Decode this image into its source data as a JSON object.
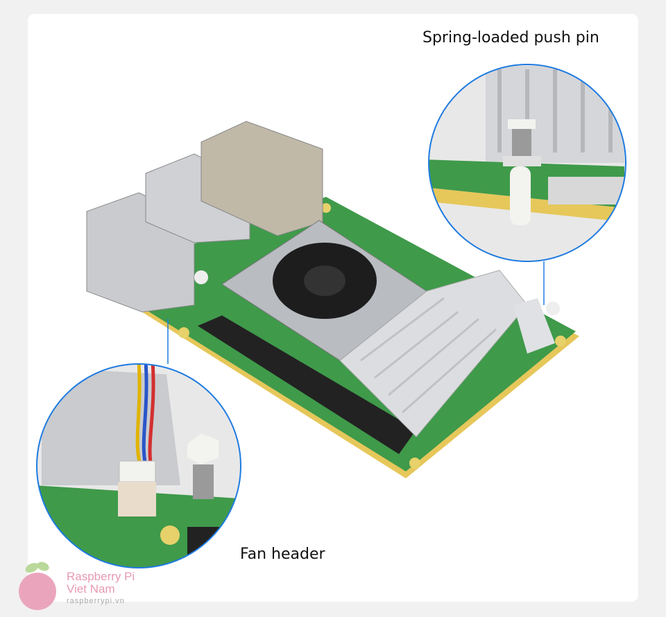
{
  "callouts": {
    "push_pin": "Spring-loaded push pin",
    "fan_header": "Fan header"
  },
  "watermark": {
    "line1": "Raspberry Pi",
    "line2": "Viet Nam",
    "url": "raspberrypi.vn"
  },
  "colors": {
    "accent": "#1e7be0",
    "board": "#3f9a4a",
    "heatsink": "#d9dadd"
  }
}
